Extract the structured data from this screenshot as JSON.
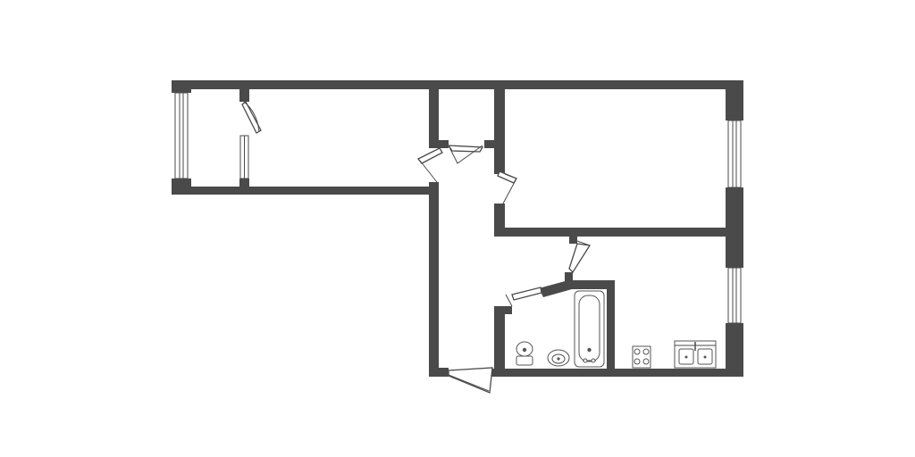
{
  "plan": {
    "wall_color": "#4a4a4a",
    "background_color": "#ffffff",
    "rooms": [
      "balcony",
      "room-1",
      "storage",
      "room-2",
      "hallway",
      "bathroom",
      "kitchen"
    ],
    "fixtures": [
      "toilet-icon",
      "washbasin-icon",
      "bathtub-icon",
      "stove-icon",
      "kitchen-sink-icon"
    ]
  }
}
